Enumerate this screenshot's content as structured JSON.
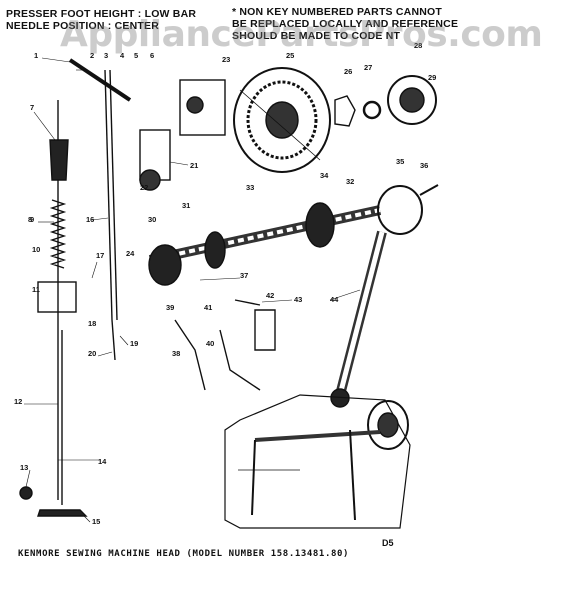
{
  "header_left": {
    "line1": "PRESSER FOOT HEIGHT : LOW BAR",
    "line2": "NEEDLE POSITION : CENTER"
  },
  "header_right": {
    "line1": "* NON KEY NUMBERED PARTS CANNOT",
    "line2": "BE REPLACED LOCALLY AND REFERENCE",
    "line3": "SHOULD BE MADE TO CODE NT"
  },
  "watermark": "AppliancePartsPros.com",
  "caption": "KENMORE SEWING MACHINE HEAD (MODEL NUMBER 158.13481.80)",
  "figure_ref": "D5",
  "part_numbers": [
    "1",
    "2",
    "3",
    "4",
    "5",
    "6",
    "7",
    "8",
    "9",
    "10",
    "11",
    "12",
    "13",
    "14",
    "15",
    "16",
    "17",
    "18",
    "19",
    "20",
    "21",
    "22",
    "23",
    "24",
    "25",
    "26",
    "27",
    "28",
    "29",
    "30",
    "31",
    "32",
    "33",
    "34",
    "35",
    "36",
    "37",
    "38",
    "39",
    "40",
    "41",
    "42",
    "43",
    "44"
  ]
}
